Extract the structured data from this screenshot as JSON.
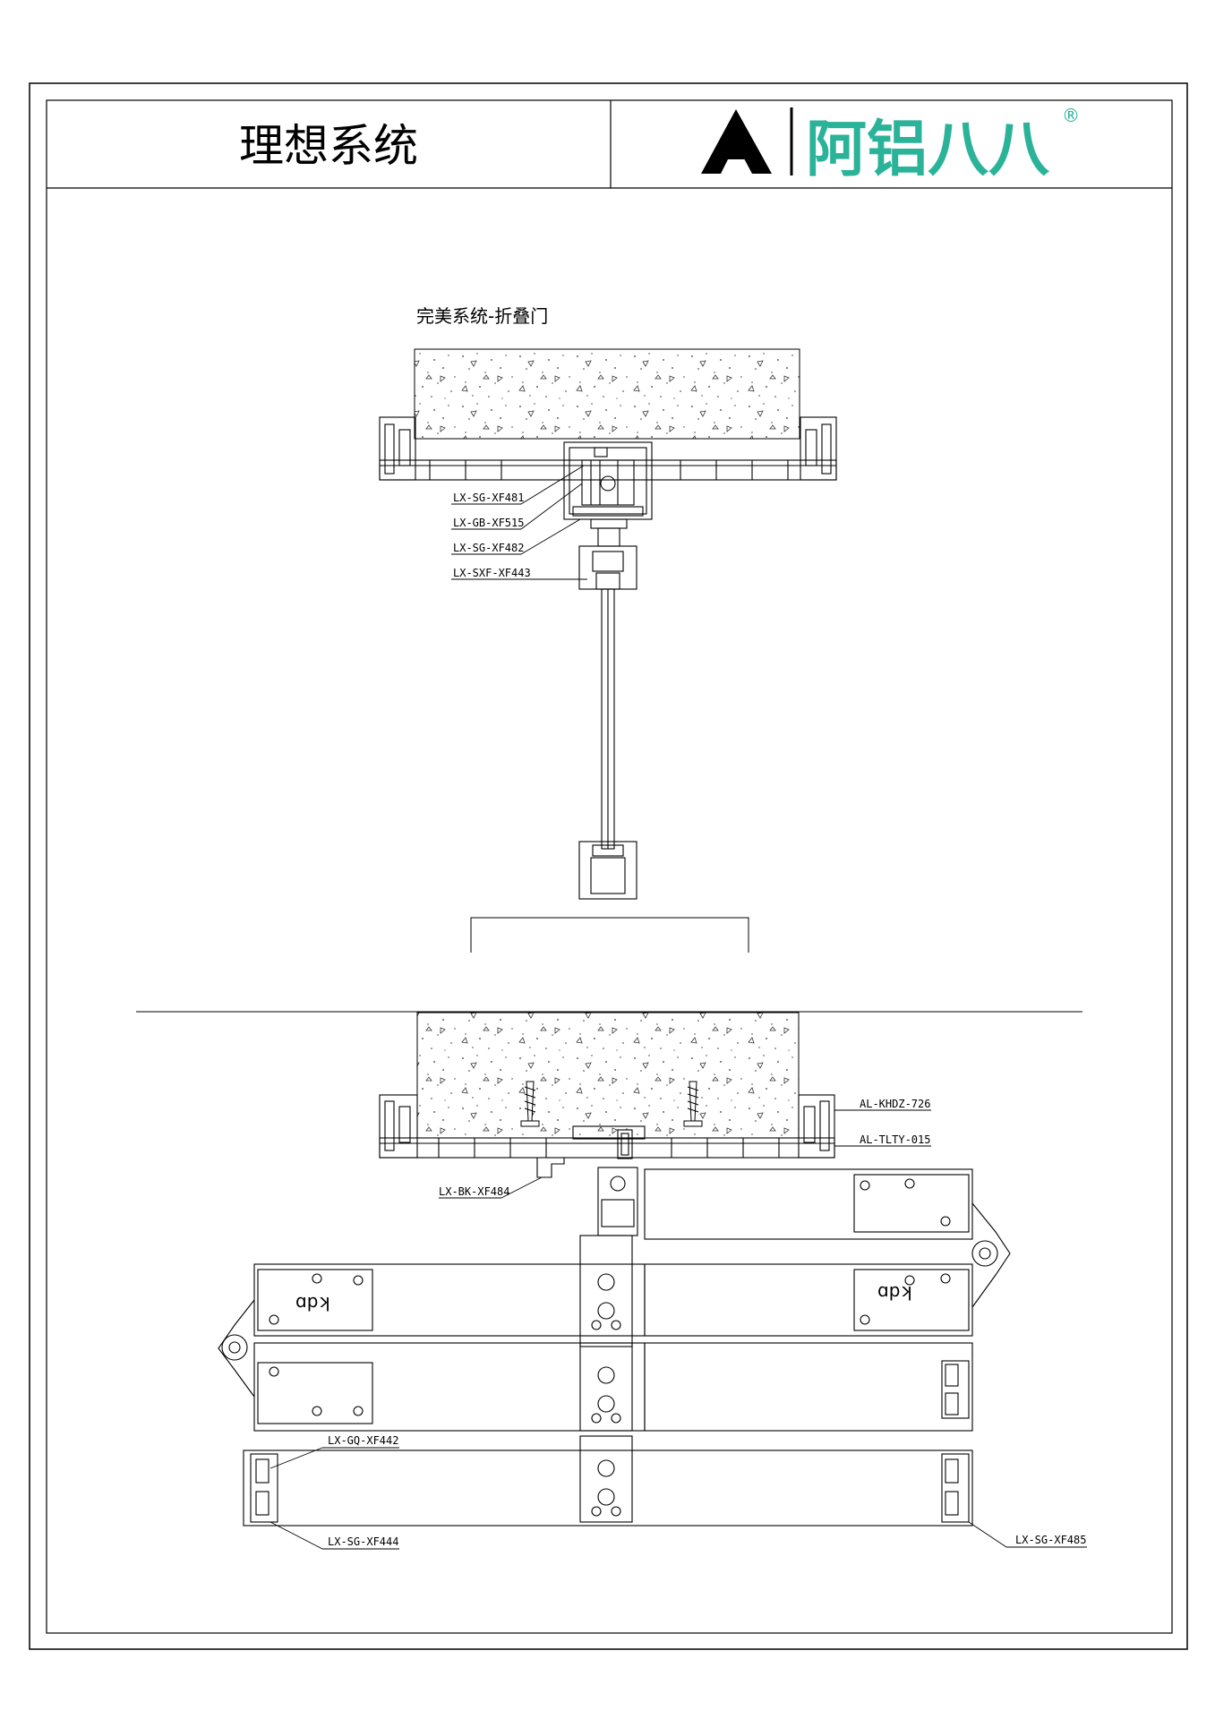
{
  "header": {
    "title": "理想系统",
    "logo_text": "阿铝八八",
    "registered_mark": "®",
    "brand_color": "#2bb39a"
  },
  "drawing": {
    "section_title": "完美系统-折叠门",
    "labels_top": [
      "LX-SG-XF481",
      "LX-GB-XF515",
      "LX-SG-XF482",
      "LX-SXF-XF443"
    ],
    "labels_right": [
      "AL-KHDZ-726",
      "AL-TLTY-015"
    ],
    "label_bk": "LX-BK-XF484",
    "label_gq": "LX-GQ-XF442",
    "label_sg444": "LX-SG-XF444",
    "label_sg485": "LX-SG-XF485",
    "hinge_logo": "ɑpʞ"
  }
}
